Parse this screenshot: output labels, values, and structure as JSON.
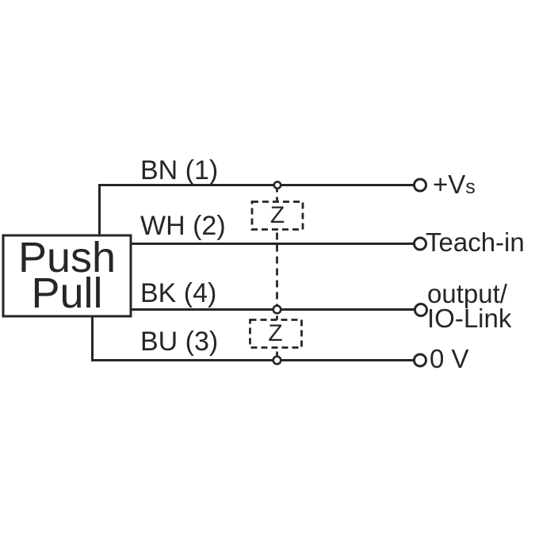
{
  "colors": {
    "line": "#262626",
    "background": "#ffffff"
  },
  "device": {
    "line1": "Push",
    "line2": "Pull"
  },
  "wires": [
    {
      "label": "BN (1)",
      "terminal_main": "+V",
      "terminal_sub": "s"
    },
    {
      "label": "WH (2)",
      "terminal": "Teach-in"
    },
    {
      "label": "BK (4)",
      "terminal_line1": "output/",
      "terminal_line2": "IO-Link"
    },
    {
      "label": "BU (3)",
      "terminal": "0 V"
    }
  ],
  "zener_boxes": [
    {
      "label": "Z"
    },
    {
      "label": "Z"
    }
  ]
}
